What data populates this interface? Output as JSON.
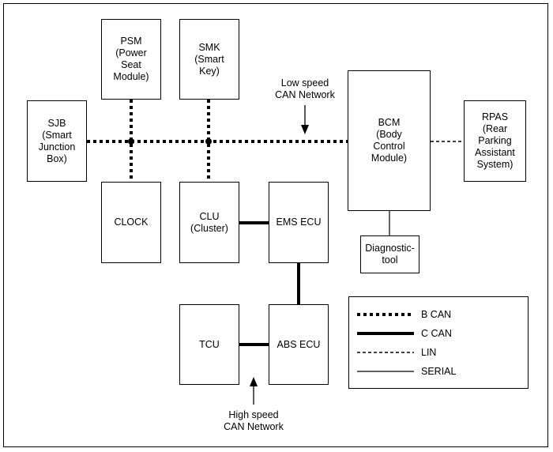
{
  "diagram": {
    "nodes": {
      "psm": "PSM\n(Power\nSeat\nModule)",
      "smk": "SMK\n(Smart\nKey)",
      "sjb": "SJB\n(Smart\nJunction\nBox)",
      "bcm": "BCM\n(Body\nControl\nModule)",
      "rpas": "RPAS\n(Rear\nParking\nAssistant\nSystem)",
      "clock": "CLOCK",
      "clu": "CLU\n(Cluster)",
      "ems": "EMS ECU",
      "diag": "Diagnostic-\ntool",
      "tcu": "TCU",
      "abs": "ABS ECU"
    },
    "annotations": {
      "low_speed": "Low speed\nCAN Network",
      "high_speed": "High speed\nCAN Network"
    },
    "connections": [
      {
        "from": "SJB",
        "to": "BCM",
        "type": "B CAN"
      },
      {
        "from": "PSM",
        "to": "CLOCK",
        "type": "B CAN"
      },
      {
        "from": "SMK",
        "to": "CLU",
        "type": "B CAN"
      },
      {
        "from": "BCM",
        "to": "RPAS",
        "type": "LIN"
      },
      {
        "from": "BCM",
        "to": "Diagnostic-tool",
        "type": "SERIAL"
      },
      {
        "from": "CLU",
        "to": "EMS ECU",
        "type": "C CAN"
      },
      {
        "from": "EMS ECU",
        "to": "ABS ECU",
        "type": "C CAN"
      },
      {
        "from": "TCU",
        "to": "ABS ECU",
        "type": "C CAN"
      }
    ],
    "legend": {
      "bcan": "B CAN",
      "ccan": "C CAN",
      "lin": "LIN",
      "serial": "SERIAL"
    }
  }
}
